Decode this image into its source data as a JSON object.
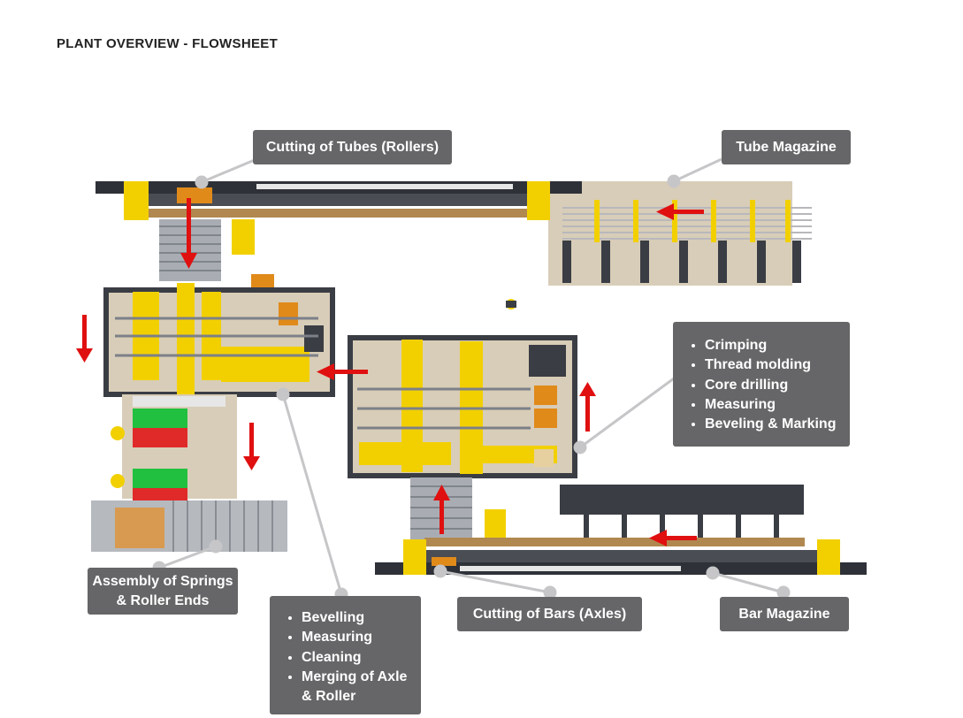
{
  "title": "PLANT OVERVIEW - FLOWSHEET",
  "labels": {
    "cutting_tubes": "Cutting of Tubes (Rollers)",
    "tube_magazine": "Tube Magazine",
    "assembly_line1": "Assembly of Springs",
    "assembly_line2": "& Roller Ends",
    "cutting_bars": "Cutting of Bars (Axles)",
    "bar_magazine": "Bar Magazine"
  },
  "lists": {
    "crimping_station": [
      "Crimping",
      "Thread molding",
      "Core drilling",
      "Measuring",
      "Beveling & Marking"
    ],
    "bevelling_station": [
      "Bevelling",
      "Measuring",
      "Cleaning",
      "Merging of Axle",
      "& Roller"
    ]
  },
  "colors": {
    "label_bg": "#666668",
    "leader": "#c6c6c8",
    "arrow": "#e01010",
    "machine_yellow": "#f2d000",
    "frame_dark": "#3a3d44",
    "floor": "#d8cdb8"
  }
}
